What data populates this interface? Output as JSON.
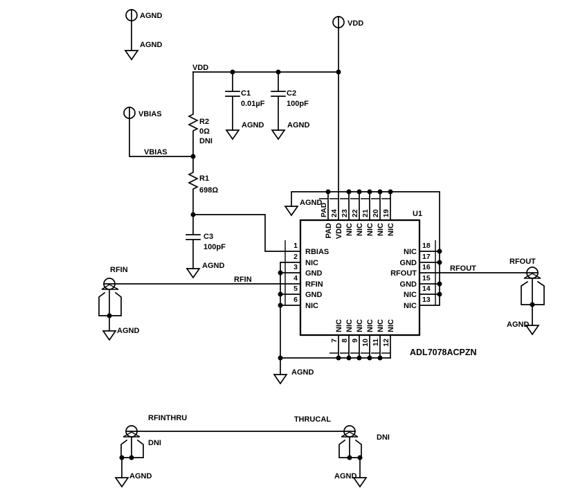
{
  "colors": {
    "ink": "#000000",
    "paper": "#ffffff"
  },
  "testpoints": {
    "agnd": {
      "label": "AGND",
      "gnd": "AGND"
    },
    "vdd": {
      "label": "VDD"
    },
    "vbias": {
      "label": "VBIAS"
    }
  },
  "nets": {
    "vdd": "VDD",
    "vbias": "VBIAS",
    "rfin": "RFIN",
    "rfout": "RFOUT"
  },
  "components": {
    "r2": {
      "ref": "R2",
      "value": "0Ω",
      "note": "DNI"
    },
    "r1": {
      "ref": "R1",
      "value": "698Ω"
    },
    "c1": {
      "ref": "C1",
      "value": "0.01µF",
      "gnd": "AGND"
    },
    "c2": {
      "ref": "C2",
      "value": "100pF",
      "gnd": "AGND"
    },
    "c3": {
      "ref": "C3",
      "value": "100pF",
      "gnd": "AGND"
    }
  },
  "rails": {
    "pad_gnd": "AGND",
    "bottom_gnd": "AGND"
  },
  "chip": {
    "refdes": "U1",
    "part_number": "ADL7078ACPZN",
    "left_pins": [
      {
        "number": "1",
        "name": "RBIAS"
      },
      {
        "number": "2",
        "name": "NIC"
      },
      {
        "number": "3",
        "name": "GND"
      },
      {
        "number": "4",
        "name": "RFIN"
      },
      {
        "number": "5",
        "name": "GND"
      },
      {
        "number": "6",
        "name": "NIC"
      }
    ],
    "right_pins": [
      {
        "number": "18",
        "name": "NIC"
      },
      {
        "number": "17",
        "name": "GND"
      },
      {
        "number": "16",
        "name": "RFOUT"
      },
      {
        "number": "15",
        "name": "GND"
      },
      {
        "number": "14",
        "name": "NIC"
      },
      {
        "number": "13",
        "name": "NIC"
      }
    ],
    "top_pins": [
      {
        "number": "PAD",
        "name": "PAD"
      },
      {
        "number": "24",
        "name": "VDD"
      },
      {
        "number": "23",
        "name": "NIC"
      },
      {
        "number": "22",
        "name": "NIC"
      },
      {
        "number": "21",
        "name": "NIC"
      },
      {
        "number": "20",
        "name": "NIC"
      },
      {
        "number": "19",
        "name": "NIC"
      }
    ],
    "bottom_pins": [
      {
        "number": "7",
        "name": "NIC"
      },
      {
        "number": "8",
        "name": "NIC"
      },
      {
        "number": "9",
        "name": "NIC"
      },
      {
        "number": "10",
        "name": "NIC"
      },
      {
        "number": "11",
        "name": "NIC"
      },
      {
        "number": "12",
        "name": "NIC"
      }
    ]
  },
  "connectors": {
    "rfin": {
      "label": "RFIN",
      "gnd": "AGND"
    },
    "rfout": {
      "label": "RFOUT",
      "gnd": "AGND"
    },
    "rfinthru": {
      "label": "RFINTHRU",
      "note": "DNI",
      "gnd": "AGND"
    },
    "thrucal": {
      "label": "THRUCAL",
      "note": "DNI",
      "gnd": "AGND"
    }
  }
}
